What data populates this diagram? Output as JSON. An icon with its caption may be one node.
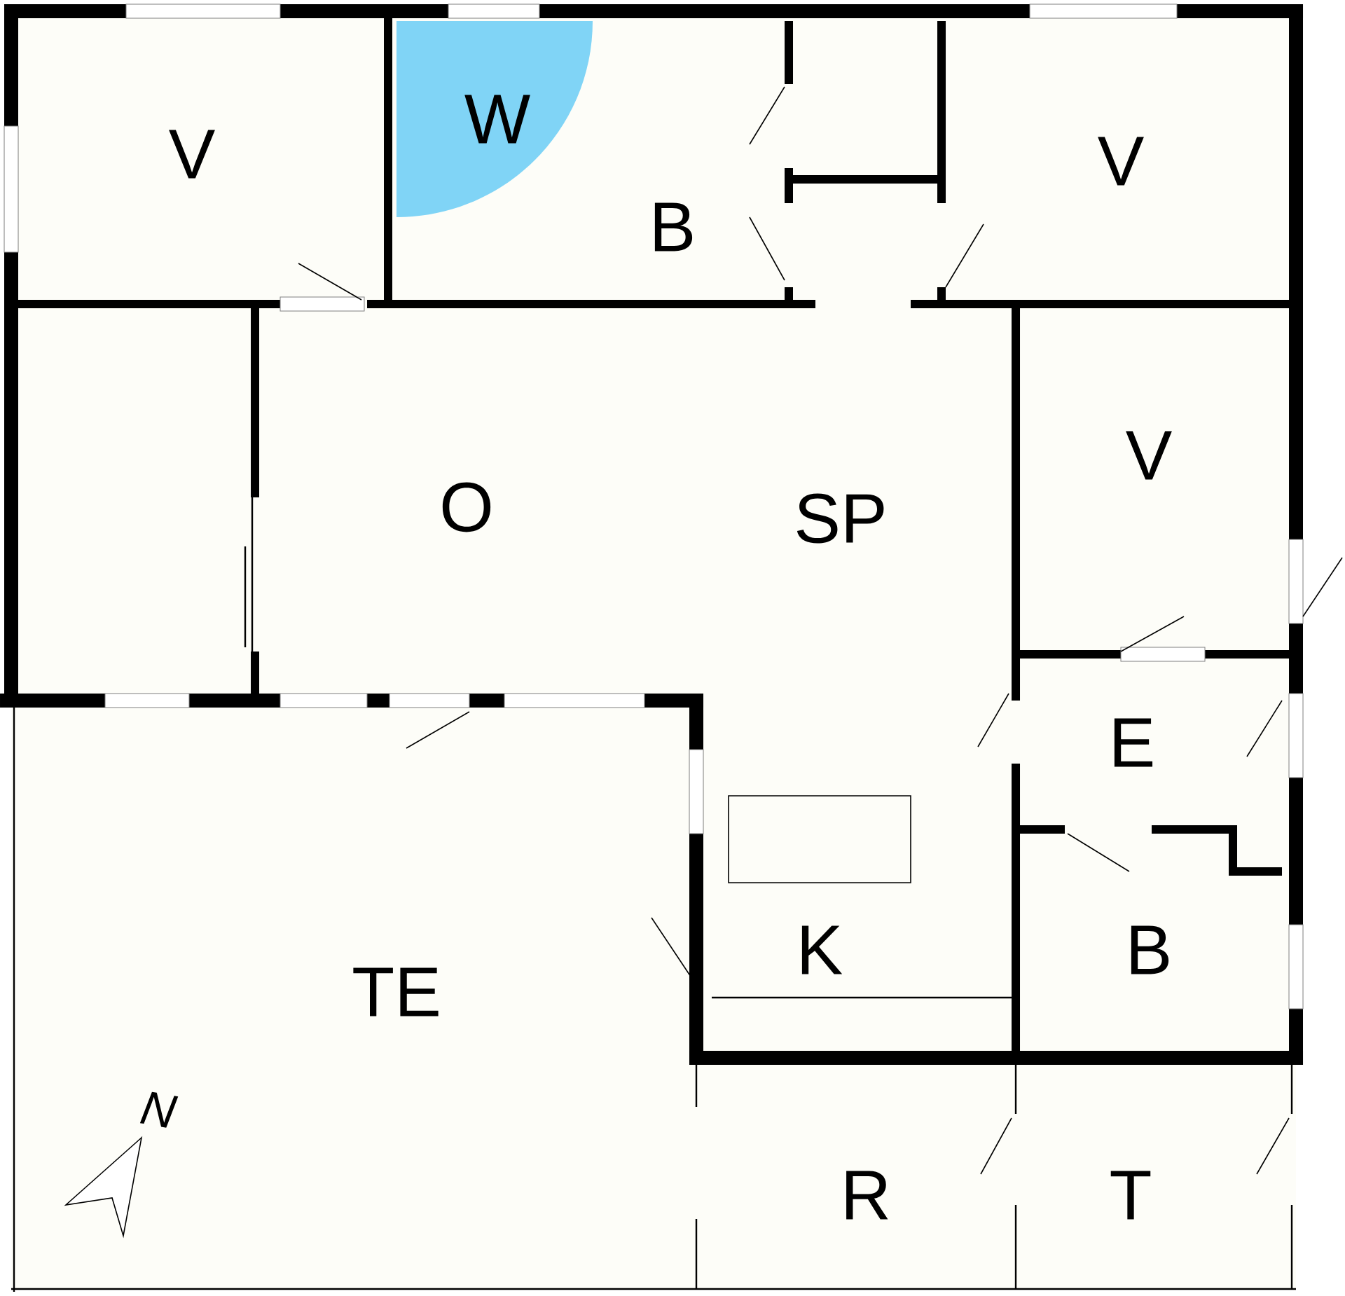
{
  "diagram": {
    "labels": [
      "V",
      "W",
      "B",
      "V",
      "O",
      "SP",
      "V",
      "E",
      "K",
      "B",
      "TE",
      "N",
      "R",
      "T"
    ]
  }
}
